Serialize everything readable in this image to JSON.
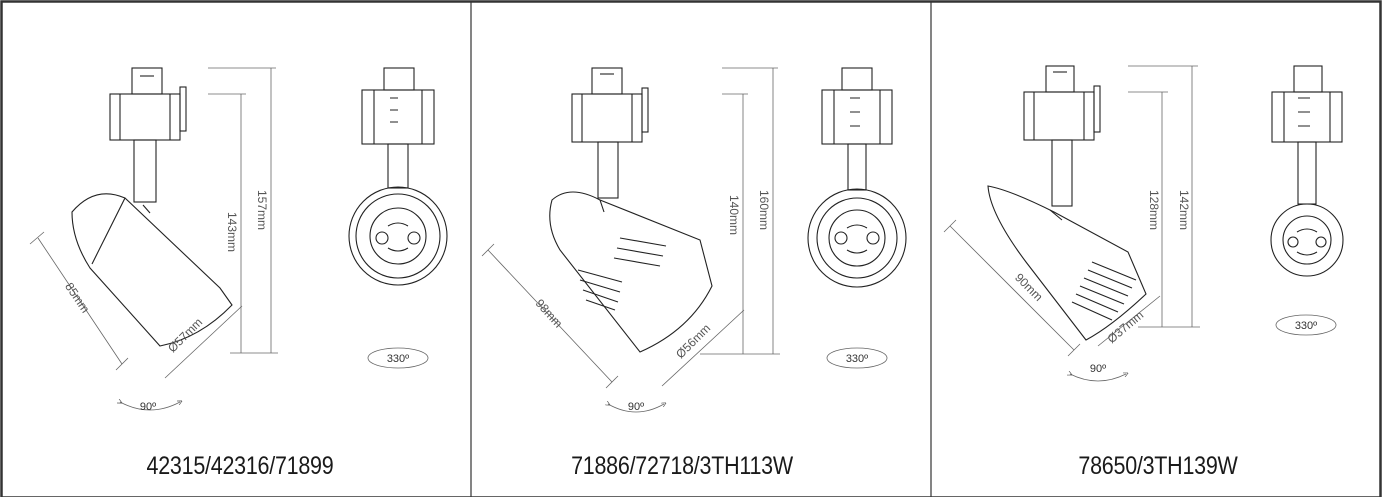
{
  "panels": [
    {
      "model": "42315/42316/71899",
      "height_outer": "157mm",
      "height_inner": "143mm",
      "length": "85mm",
      "diameter": "Ø57mm",
      "tilt": "90º",
      "rotation": "330º"
    },
    {
      "model": "71886/72718/3TH113W",
      "height_outer": "160mm",
      "height_inner": "140mm",
      "length": "98mm",
      "diameter": "Ø56mm",
      "tilt": "90º",
      "rotation": "330º"
    },
    {
      "model": "78650/3TH139W",
      "height_outer": "142mm",
      "height_inner": "128mm",
      "length": "90mm",
      "diameter": "Ø37mm",
      "tilt": "90º",
      "rotation": "330º"
    }
  ]
}
